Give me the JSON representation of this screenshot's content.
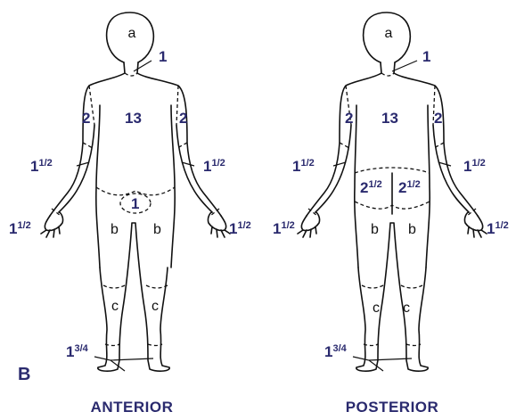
{
  "panel_label": "B",
  "anterior": {
    "caption": "ANTERIOR",
    "regions": {
      "head": "a",
      "neck": "1",
      "trunk": "13",
      "upper_arm_left": "2",
      "upper_arm_right": "2",
      "forearm_left": "1",
      "forearm_left_frac": "1/2",
      "forearm_right": "1",
      "forearm_right_frac": "1/2",
      "hand_left": "1",
      "hand_left_frac": "1/2",
      "hand_right": "1",
      "hand_right_frac": "1/2",
      "genitals": "1",
      "thigh_left": "b",
      "thigh_right": "b",
      "leg_left": "c",
      "leg_right": "c",
      "foot": "1",
      "foot_frac": "3/4"
    }
  },
  "posterior": {
    "caption": "POSTERIOR",
    "regions": {
      "head": "a",
      "neck": "1",
      "trunk": "13",
      "upper_arm_left": "2",
      "upper_arm_right": "2",
      "forearm_left": "1",
      "forearm_left_frac": "1/2",
      "forearm_right": "1",
      "forearm_right_frac": "1/2",
      "hand_left": "1",
      "hand_left_frac": "1/2",
      "hand_right": "1",
      "hand_right_frac": "1/2",
      "buttock_left": "2",
      "buttock_left_frac": "1/2",
      "buttock_right": "2",
      "buttock_right_frac": "1/2",
      "thigh_left": "b",
      "thigh_right": "b",
      "leg_left": "c",
      "leg_right": "c",
      "foot": "1",
      "foot_frac": "3/4"
    }
  },
  "colors": {
    "label": "#2a2a6e",
    "outline": "#111111"
  }
}
